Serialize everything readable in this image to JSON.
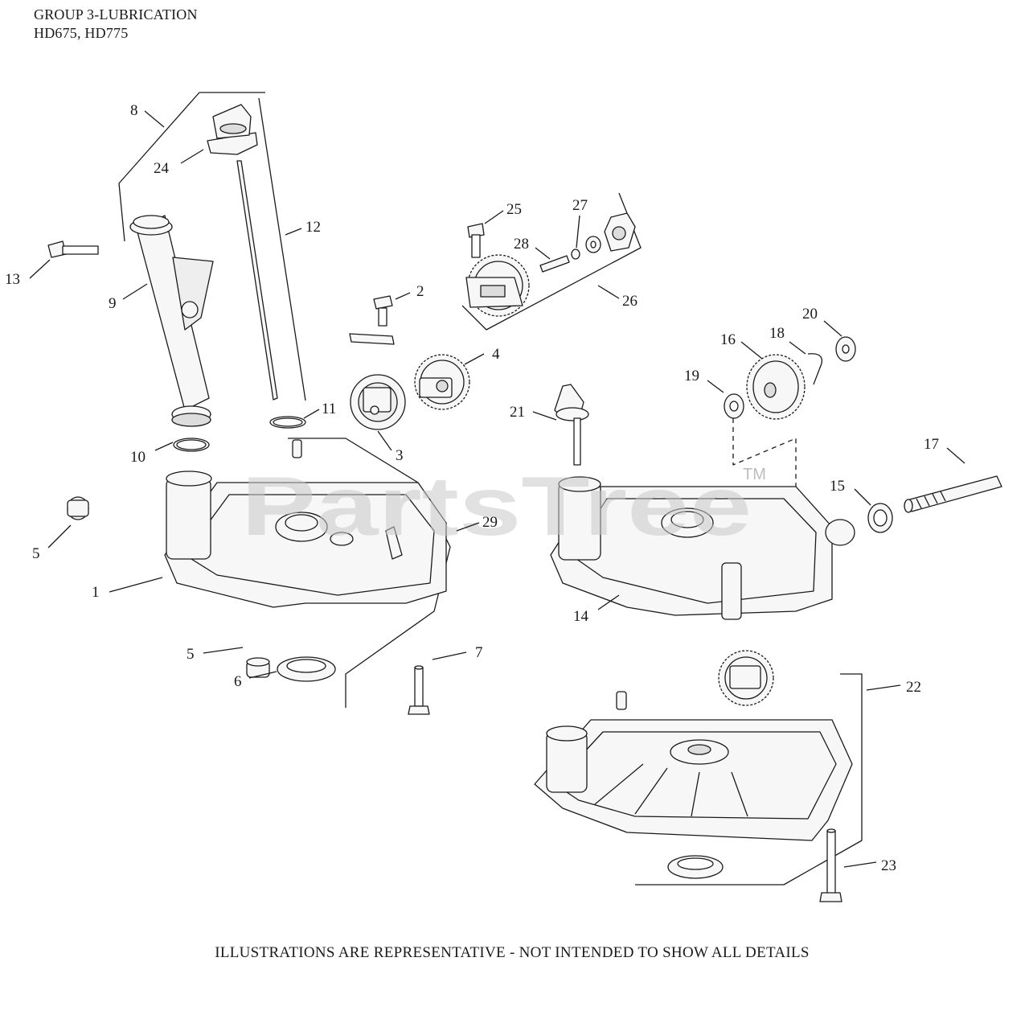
{
  "header": {
    "group_title": "GROUP 3-LUBRICATION",
    "models": "HD675, HD775"
  },
  "watermark": {
    "brand": "PartsTree",
    "tm": "TM"
  },
  "footer": {
    "disclaimer": "ILLUSTRATIONS ARE REPRESENTATIVE - NOT INTENDED TO SHOW ALL DETAILS"
  },
  "callouts": [
    "1",
    "2",
    "3",
    "4",
    "5",
    "5",
    "6",
    "7",
    "8",
    "9",
    "10",
    "11",
    "12",
    "13",
    "14",
    "15",
    "16",
    "17",
    "18",
    "19",
    "20",
    "21",
    "22",
    "23",
    "24",
    "25",
    "26",
    "27",
    "28",
    "29"
  ],
  "colors": {
    "line": "#1a1a1a",
    "watermark": "#c9c9c9",
    "part_fill": "#f7f7f7"
  }
}
